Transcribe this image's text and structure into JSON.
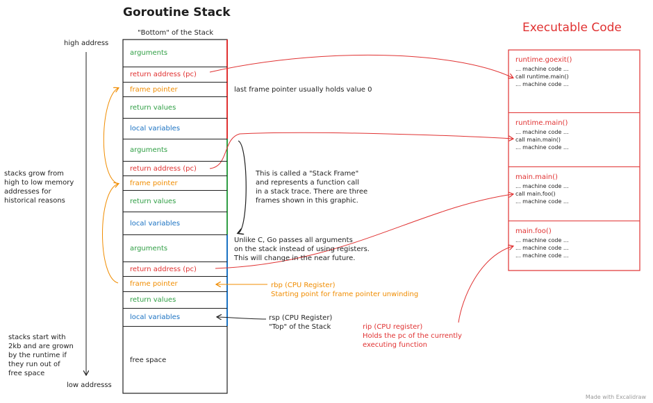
{
  "title": "Goroutine Stack",
  "bottom_label": "\"Bottom\" of the Stack",
  "high_address": "high address",
  "low_address": "low addresss",
  "executable_title": "Executable Code",
  "watermark": "Made with Excalidraw",
  "slots": [
    {
      "label": "arguments",
      "color": "#2f9e44"
    },
    {
      "label": "return address (pc)",
      "color": "#e03131"
    },
    {
      "label": "frame pointer",
      "color": "#f08c00"
    },
    {
      "label": "return values",
      "color": "#2f9e44"
    },
    {
      "label": "local variables",
      "color": "#1971c2"
    },
    {
      "label": "arguments",
      "color": "#2f9e44"
    },
    {
      "label": "return address (pc)",
      "color": "#e03131"
    },
    {
      "label": "frame pointer",
      "color": "#f08c00"
    },
    {
      "label": "return values",
      "color": "#2f9e44"
    },
    {
      "label": "local variables",
      "color": "#1971c2"
    },
    {
      "label": "arguments",
      "color": "#2f9e44"
    },
    {
      "label": "return address (pc)",
      "color": "#e03131"
    },
    {
      "label": "frame pointer",
      "color": "#f08c00"
    },
    {
      "label": "return values",
      "color": "#2f9e44"
    },
    {
      "label": "local variables",
      "color": "#1971c2"
    },
    {
      "label": "free space",
      "color": "#1e1e1e"
    }
  ],
  "notes": {
    "last_frame": "last frame pointer usually holds value 0",
    "stack_frame": [
      "This is called a \"Stack Frame\"",
      "and represents a function call",
      "in a stack trace. There are three",
      "frames shown in this graphic."
    ],
    "unlike_c": [
      "Unlike C, Go passes all arguments",
      "on the stack instead of using registers.",
      "This will change in the near future."
    ],
    "grow": [
      "stacks grow from",
      "high to low memory",
      "addresses for",
      "historical reasons"
    ],
    "start": [
      "stacks start with",
      "2kb and are grown",
      "by the runtime if",
      "they run out of",
      "free space"
    ],
    "rbp": [
      "rbp (CPU Register)",
      "Starting point for frame pointer unwinding"
    ],
    "rsp": [
      "rsp (CPU Register)",
      "\"Top\" of the Stack"
    ],
    "rip": [
      "rip (CPU register)",
      "Holds the pc of the currently",
      "executing function"
    ]
  },
  "code_blocks": [
    {
      "fn": "runtime.goexit()",
      "lines": [
        "... machine code ...",
        "call runtime.main()",
        "... machine code ..."
      ]
    },
    {
      "fn": "runtime.main()",
      "lines": [
        "... machine code ...",
        "call main.main()",
        "... machine code ..."
      ]
    },
    {
      "fn": "main.main()",
      "lines": [
        "... machine code ...",
        "call main.foo()",
        "... machine code ..."
      ]
    },
    {
      "fn": "main.foo()",
      "lines": [
        "... machine code ...",
        "... machine code ...",
        "... machine code ..."
      ]
    }
  ]
}
